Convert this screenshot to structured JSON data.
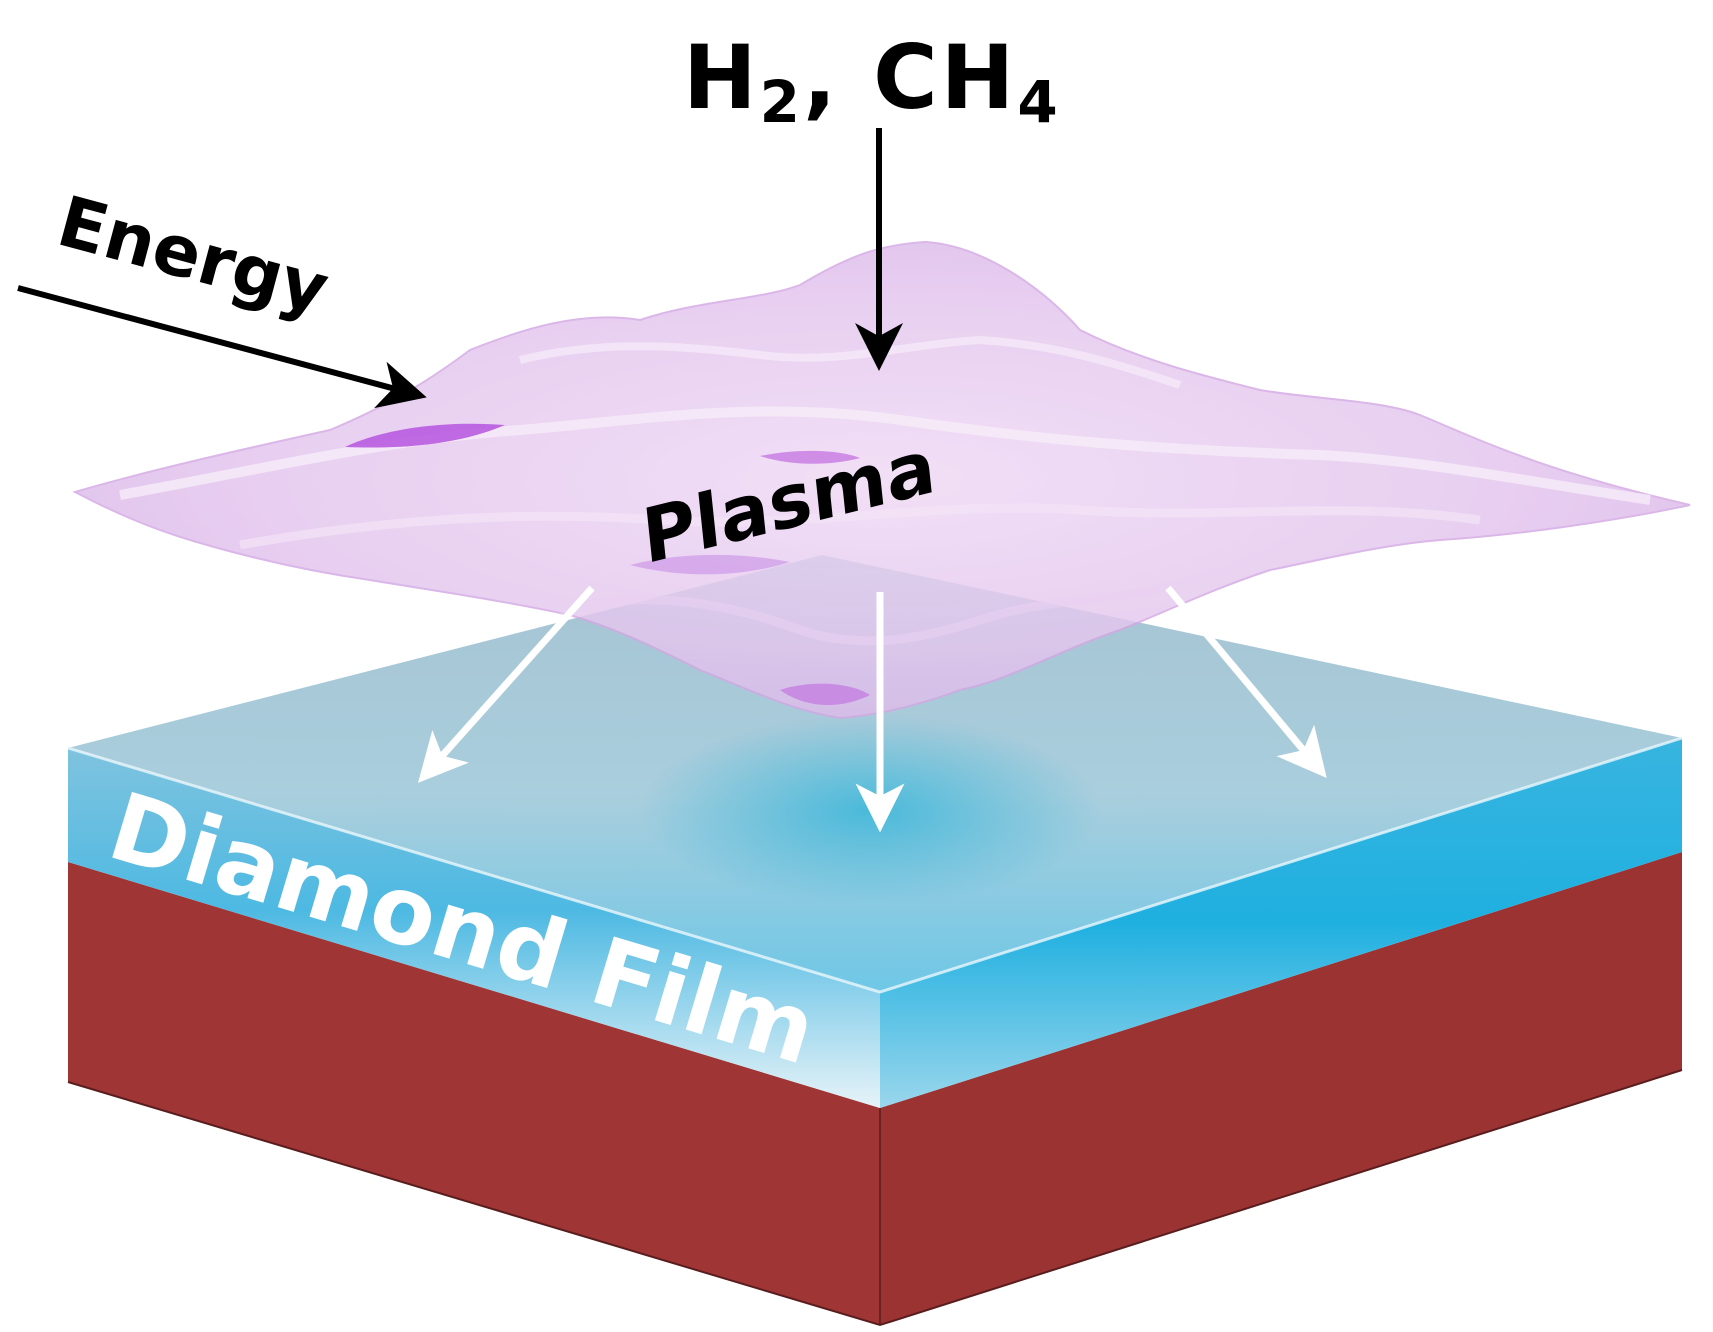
{
  "labels": {
    "gas_h": "H",
    "gas_h_sub": "2",
    "gas_sep": ", CH",
    "gas_ch_sub": "4",
    "energy": "Energy",
    "plasma": "Plasma",
    "film": "Diamond Film"
  },
  "colors": {
    "substrate_front": "#a03535",
    "substrate_side": "#983232",
    "film_top": "#a9cedd",
    "film_edge": "#2ab4df",
    "plasma": "#e7c9ef",
    "plasma_deep": "#c06be0",
    "ink": "#000000",
    "white": "#ffffff"
  }
}
